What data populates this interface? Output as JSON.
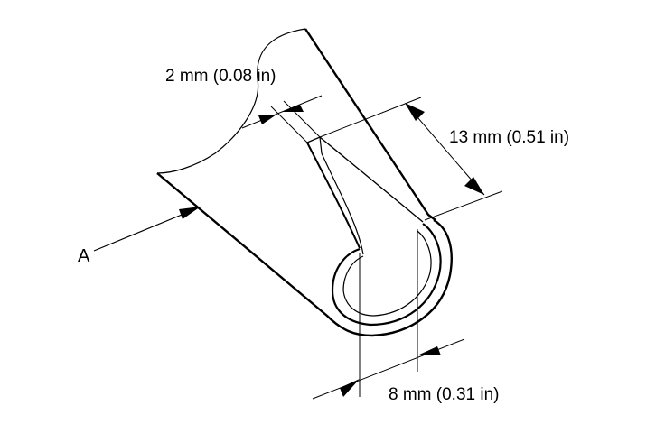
{
  "labels": {
    "thickness": "2 mm (0.08 in)",
    "depth": "13 mm (0.51 in)",
    "width": "8 mm (0.31 in)",
    "view_arrow": "A"
  },
  "colors": {
    "ink": "#000000",
    "paper": "#ffffff"
  }
}
